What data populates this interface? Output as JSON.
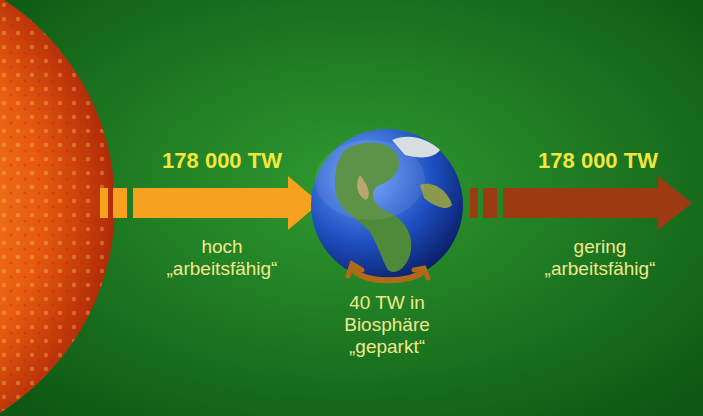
{
  "diagram": {
    "labels": [
      "178 000 TW",
      "hoch „arbeitsfähig“",
      "40 TW in Biosphäre „geparkt“",
      "178 000 TW",
      "gering „arbeitsfähig“"
    ]
  }
}
